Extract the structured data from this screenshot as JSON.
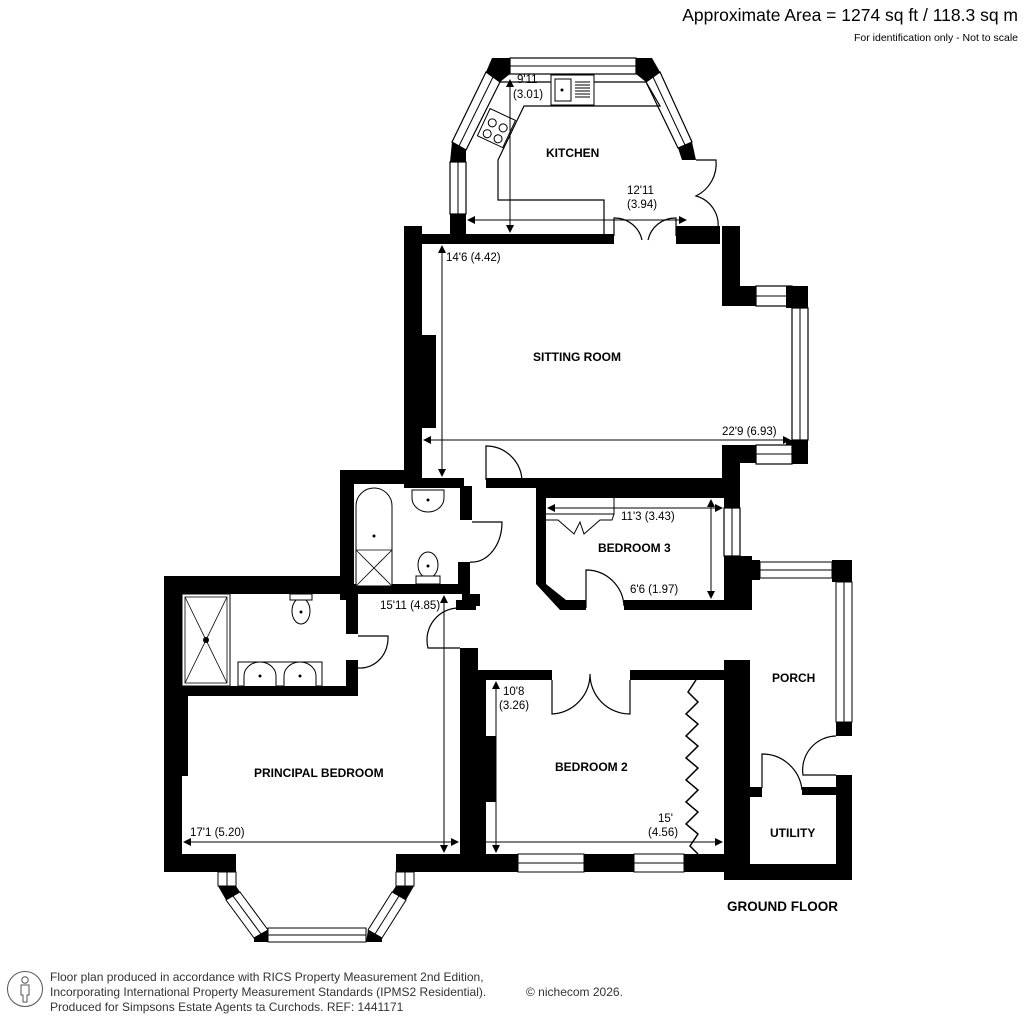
{
  "header": {
    "area": "Approximate Area = 1274 sq ft / 118.3 sq m",
    "note": "For identification only - Not to scale"
  },
  "floor": {
    "label": "GROUND FLOOR"
  },
  "rooms": {
    "kitchen": {
      "name": "KITCHEN",
      "dim_a_ft": "9'11",
      "dim_a_m": "(3.01)",
      "dim_b_ft": "12'11",
      "dim_b_m": "(3.94)"
    },
    "sitting_room": {
      "name": "SITTING ROOM",
      "dim_a": "14'6 (4.42)",
      "dim_b": "22'9 (6.93)"
    },
    "bedroom3": {
      "name": "BEDROOM 3",
      "dim_a": "11'3 (3.43)",
      "dim_b": "6'6 (1.97)"
    },
    "principal_bedroom": {
      "name": "PRINCIPAL BEDROOM",
      "dim_a": "15'11 (4.85)",
      "dim_b": "17'1 (5.20)"
    },
    "bedroom2": {
      "name": "BEDROOM 2",
      "dim_a_ft": "10'8",
      "dim_a_m": "(3.26)",
      "dim_b_ft": "15'",
      "dim_b_m": "(4.56)"
    },
    "porch": {
      "name": "PORCH"
    },
    "utility": {
      "name": "UTILITY"
    }
  },
  "footer": {
    "line1": "Floor plan produced in accordance with RICS Property Measurement 2nd Edition,",
    "line2": "Incorporating International Property Measurement Standards (IPMS2 Residential).",
    "line3": "Produced for Simpsons Estate Agents ta Curchods.   REF: 1441171",
    "copyright": "© nichecom 2026."
  },
  "colors": {
    "wall": "#000000",
    "background": "#ffffff",
    "footer_text": "#333333"
  }
}
